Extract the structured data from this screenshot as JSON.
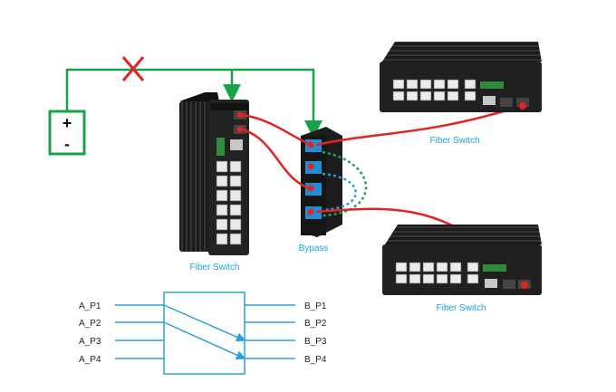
{
  "power": {
    "plus": "+",
    "minus": "-"
  },
  "switches": {
    "left_label": "Fiber Switch",
    "top_right_label": "Fiber Switch",
    "bottom_right_label": "Fiber Switch"
  },
  "bypass": {
    "label": "Bypass"
  },
  "matrix": {
    "inputs": [
      "A_P1",
      "A_P2",
      "A_P3",
      "A_P4"
    ],
    "outputs": [
      "B_P1",
      "B_P2",
      "B_P3",
      "B_P4"
    ]
  },
  "colors": {
    "power_line": "#18a34a",
    "fiber_line": "#e02424",
    "bypass_loop": "#22a06b",
    "bypass_loop_alt": "#2aa1d8",
    "caption": "#1aa3d9",
    "matrix_line": "#2aa1d8"
  }
}
